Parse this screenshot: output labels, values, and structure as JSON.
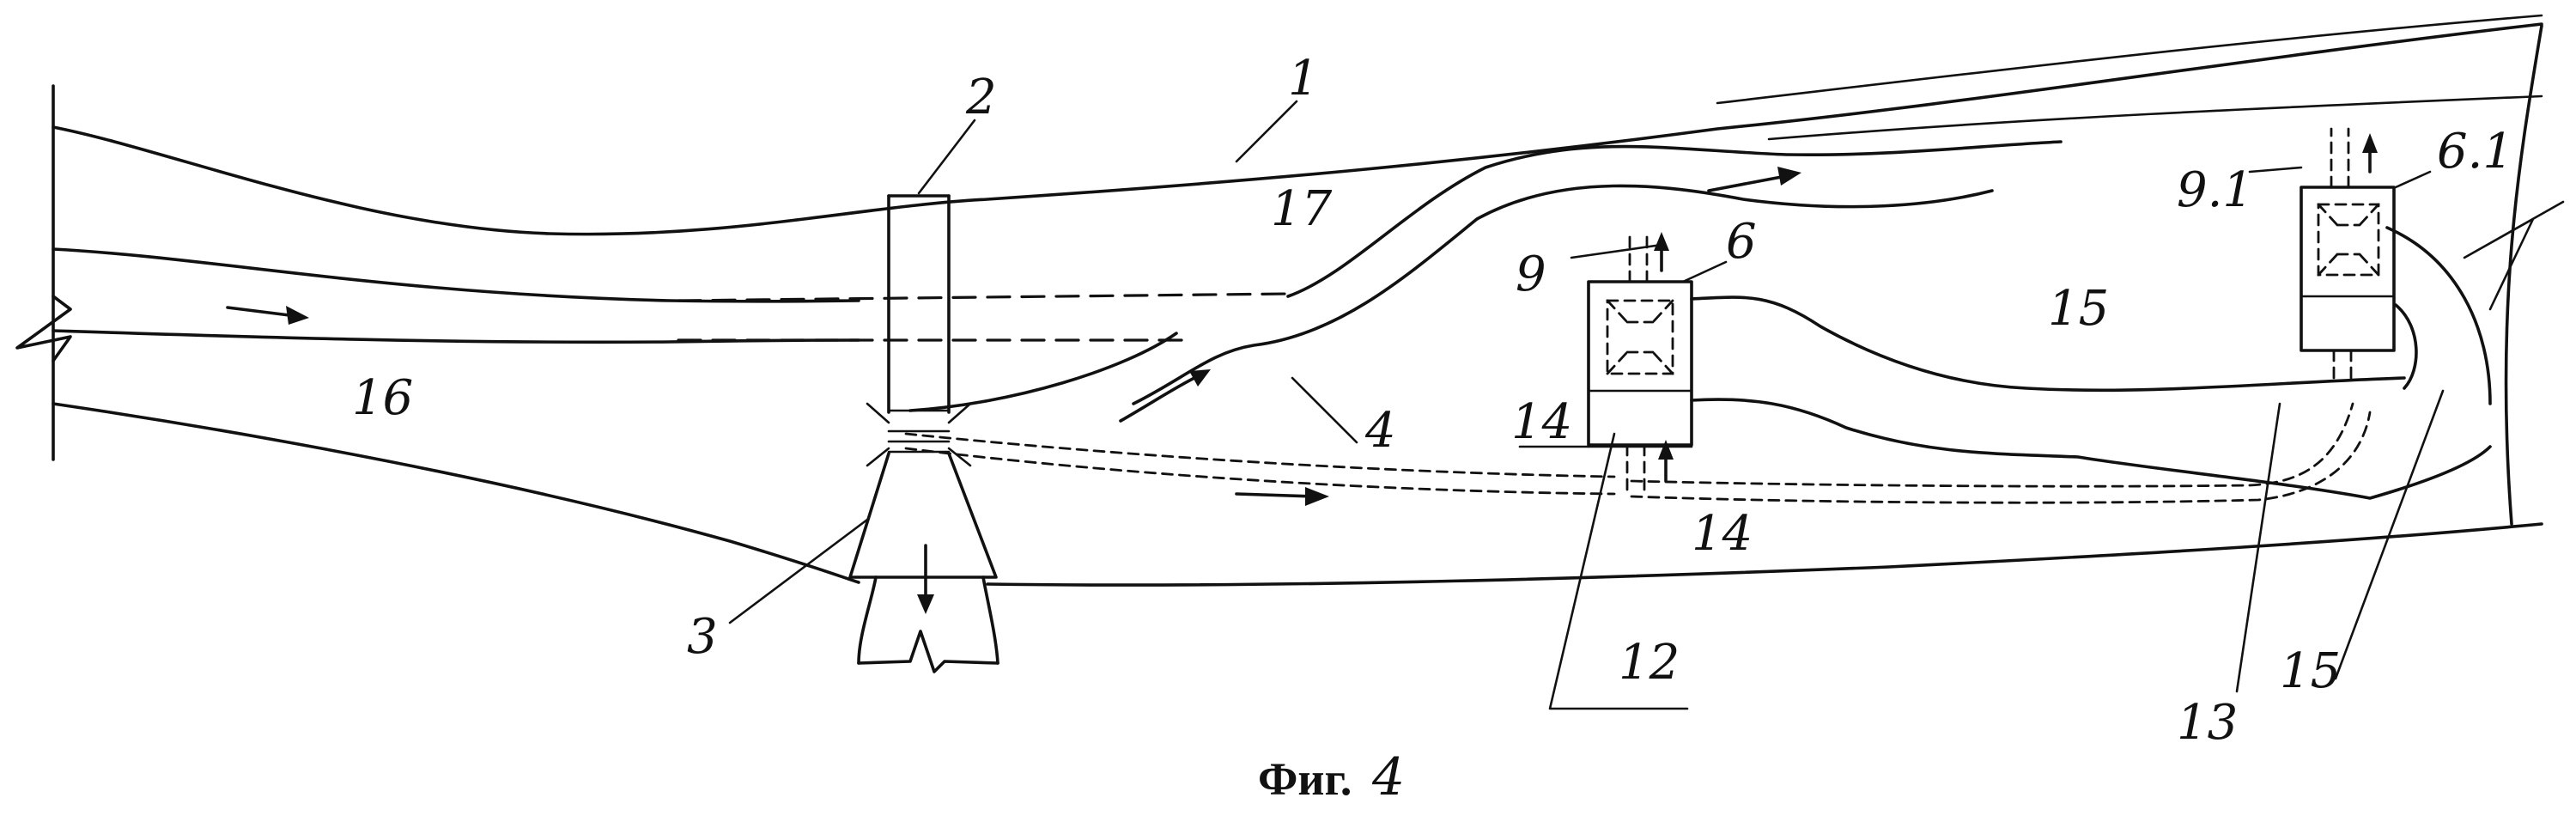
{
  "figure": {
    "caption_word": "Фиг.",
    "caption_number": "4"
  },
  "labels": {
    "l1": "1",
    "l2": "2",
    "l3": "3",
    "l4": "4",
    "l6": "6",
    "l61": "6.1",
    "l9": "9",
    "l91": "9.1",
    "l12": "12",
    "l13": "13",
    "l14a": "14",
    "l14b": "14",
    "l15a": "15",
    "l15b": "15",
    "l16": "16",
    "l17": "17"
  }
}
